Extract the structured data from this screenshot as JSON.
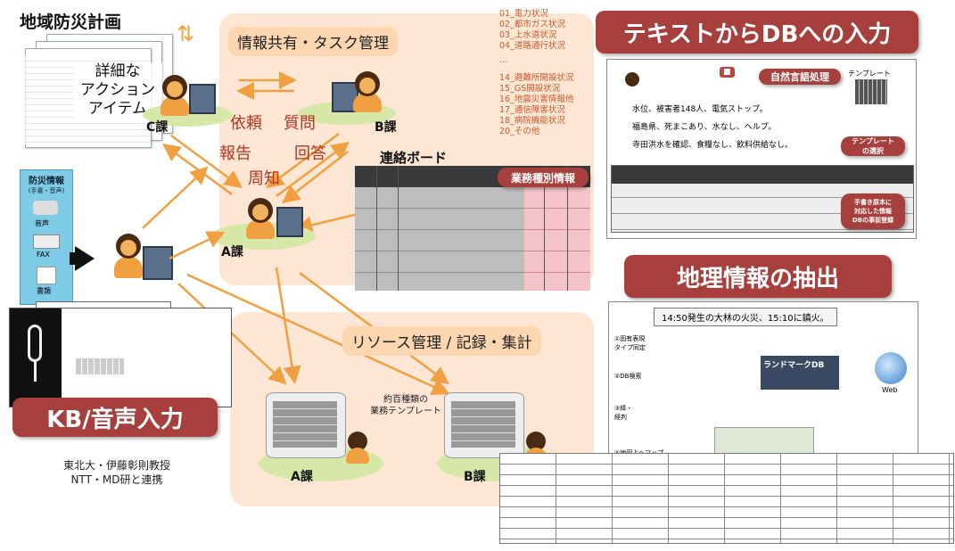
{
  "header": {
    "title": "地域防災計画"
  },
  "docs": {
    "line1": "詳細な",
    "line2": "アクション",
    "line3": "アイテム"
  },
  "info_share": {
    "label": "情報共有・タスク管理"
  },
  "groups": {
    "c": "C課",
    "b": "B課",
    "a": "A課",
    "a2": "A課",
    "b2": "B課"
  },
  "verbs": {
    "irai": "依頼",
    "shitsumon": "質問",
    "houkoku": "報告",
    "kaitou": "回答",
    "shuuchi": "周知"
  },
  "board": {
    "title": "連絡ボード"
  },
  "status_list": {
    "items": [
      "01_電力状況",
      "02_都市ガス状況",
      "03_上水道状況",
      "04_道路通行状況",
      "…",
      "14_避難所開設状況",
      "15_GS開設状況",
      "16_地震災害情報他",
      "17_通信障害状況",
      "18_病院機能状況",
      "20_その他"
    ],
    "badge": "業務種別情報"
  },
  "bousai": {
    "title": "防災情報",
    "sub": "(手書・音声)",
    "icons": [
      "音声",
      "FAX",
      "書類"
    ]
  },
  "resource": {
    "label": "リソース管理 / 記録・集計"
  },
  "template": {
    "line1": "約百種類の",
    "line2": "業務テンプレート"
  },
  "kb": {
    "title": "KB/音声入力"
  },
  "credit": {
    "line1": "東北大・伊藤彰則教授",
    "line2": "NTT・MD研と連携"
  },
  "text_db": {
    "title": "テキストからDBへの入力",
    "nlp": "自然言語処理",
    "template_label": "テンプレート",
    "template_select": "テンプレート\nの選択",
    "sentence1": "水位、被害者148人、電気ストップ。",
    "sentence2": "福島県、死まこあり、水なし、ヘルプ。",
    "sentence3": "寺田洪水を確認、食糧なし、飲料供給なし。",
    "note": "手書き原本に\n対応した情報\nDBの事前登録"
  },
  "geo": {
    "title": "地理情報の抽出",
    "header_text": "14:50発生の大林の火災、15:10に鎮火。",
    "steps": [
      "①固有表現\nタイプ同定",
      "②DB検索",
      "③緯・\n経判",
      "④地図上へマップ"
    ],
    "landmark": "ランドマークDB",
    "web": "Web"
  },
  "colors": {
    "banner": "#a7403c",
    "peach": "#fde6d3",
    "arrow": "#f0a040",
    "ellipse": "#d6e7a8"
  }
}
